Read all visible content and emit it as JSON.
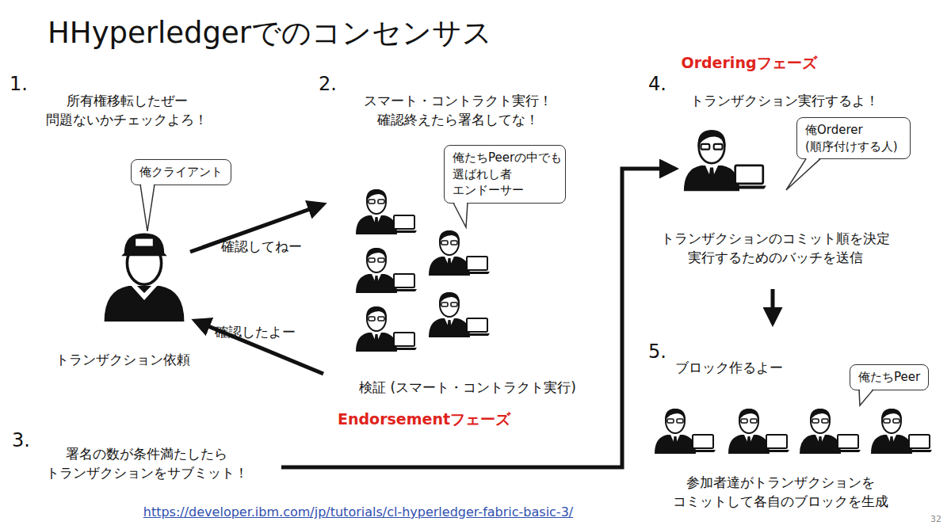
{
  "diagram": {
    "title": "HHyperledgerでのコンセンサス",
    "nodes": [
      {
        "text": [
          "俺クライアント"
        ]
      },
      {
        "text": [
          "俺たちPeerの中でも 選ばれし者 エンドーサー"
        ]
      },
      {
        "text": [
          "俺Orderer (順序付けする人)"
        ]
      },
      {
        "text": [
          "俺たちPeer"
        ]
      }
    ],
    "labels": [
      "1.",
      "所有権移転したぜー 問題ないかチェックよろ！",
      "トランザクション依頼",
      "2.",
      "スマート・コントラクト実行！ 確認終えたら署名してな！",
      "確認してねー",
      "確認したよー",
      "検証 (スマート・コントラクト実行)",
      "Endorsementフェーズ",
      "3.",
      "署名の数が条件満たしたら トランザクションをサブミット！",
      "Orderingフェーズ",
      "4.",
      "トランザクション実行するよ！",
      "トランザクションのコミット順を決定 実行するためのバッチを送信",
      "5.",
      "ブロック作るよー",
      "参加者達がトランザクションを コミットして各自のブロックを生成",
      "https://developer.ibm.com/jp/tutorials/cl-hyperledger-fabric-basic-3/",
      "32"
    ]
  }
}
